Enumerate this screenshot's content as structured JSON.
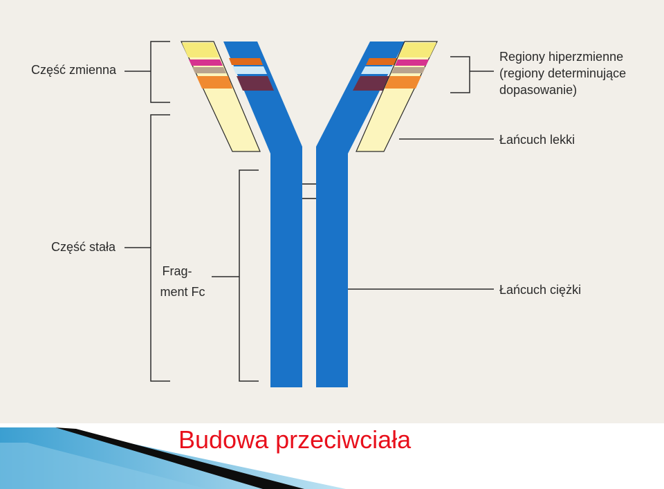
{
  "slide": {
    "caption": "Budowa przeciwciała"
  },
  "diagram": {
    "labels": {
      "variable_part": "Część zmienna",
      "constant_part": "Część stała",
      "fc_fragment_line1": "Frag-",
      "fc_fragment_line2": "ment Fc",
      "hypervariable_line1": "Regiony hiperzmienne",
      "hypervariable_line2": "(regiony determinujące",
      "hypervariable_line3": "dopasowanie)",
      "light_chain": "Łańcuch lekki",
      "heavy_chain": "Łańcuch ciężki"
    },
    "colors": {
      "heavy_chain": "#1a73c8",
      "light_chain": "#fcf5bd",
      "band_yellow": "#f6ea7a",
      "band_magenta": "#d6338f",
      "band_tan": "#b8a48e",
      "band_orange": "#f08a30",
      "band_orange_dark": "#e06a1a",
      "band_lightblue": "#cfe9f6",
      "band_purple": "#6b3048",
      "caption": "#e8101c"
    }
  }
}
